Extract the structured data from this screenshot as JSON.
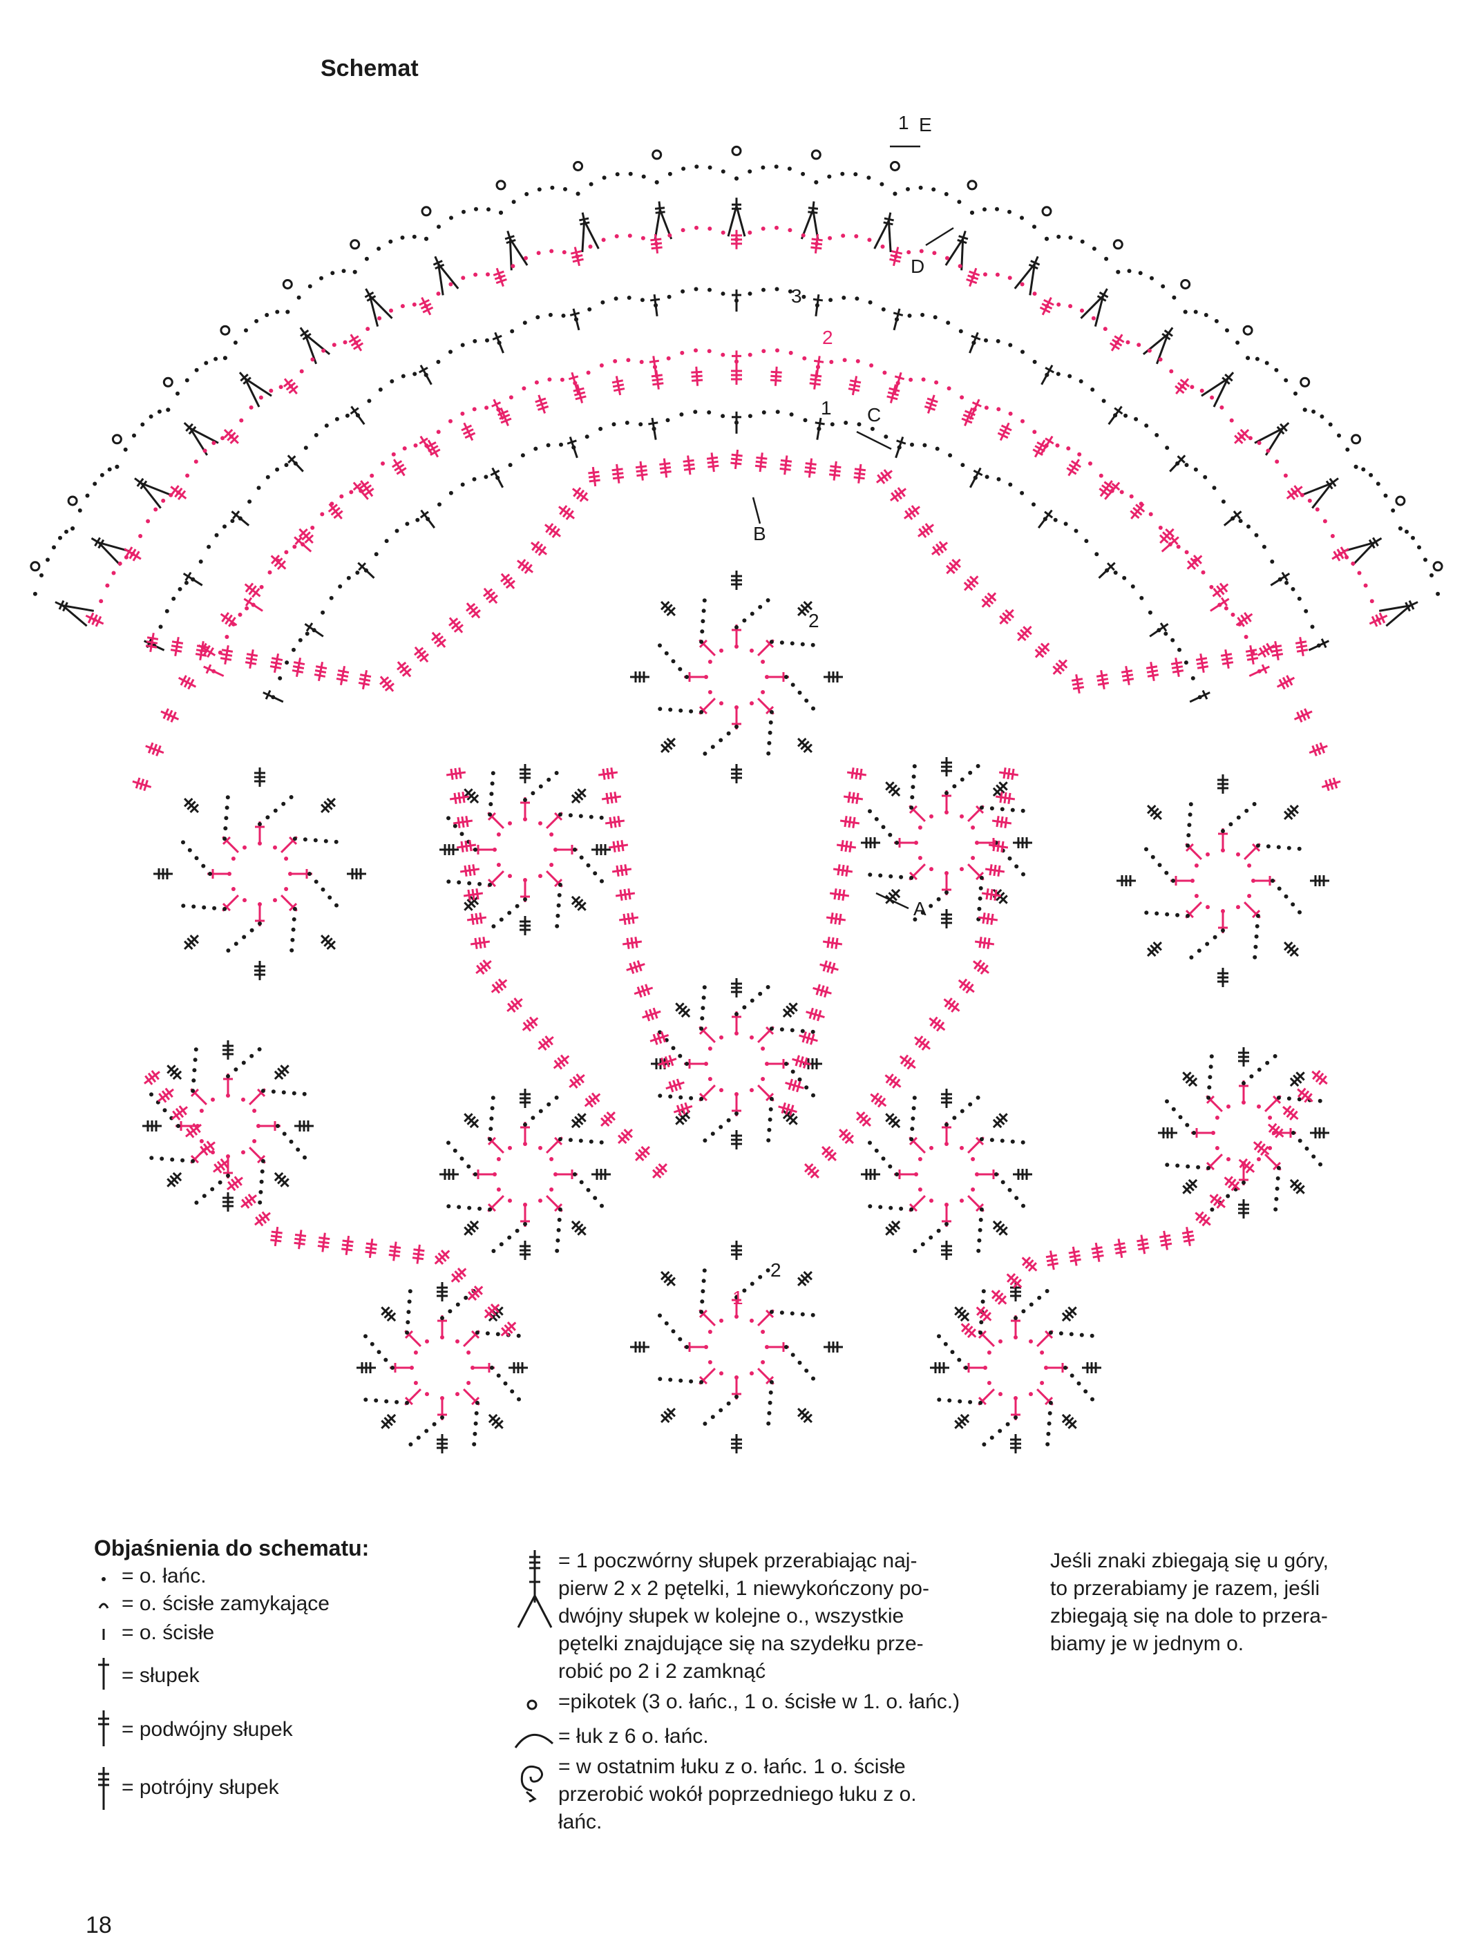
{
  "title": "Schemat",
  "diagram_labels": {
    "round_1": "1",
    "round_2": "2",
    "round_3": "3",
    "E": "E",
    "D": "D",
    "C": "C",
    "B": "B",
    "A": "A",
    "center_top_2": "2",
    "center_bottom_1": "1",
    "center_bottom_2": "2",
    "top_E_1": "1"
  },
  "legend_title": "Objaśnienia do schematu:",
  "legend_left": [
    {
      "icon": "dot-chain-icon",
      "text": "= o. łańc."
    },
    {
      "icon": "closing-slip-icon",
      "text": "= o. ścisłe zamykające"
    },
    {
      "icon": "slip-stitch-icon",
      "text": "= o. ścisłe"
    },
    {
      "icon": "double-crochet-icon",
      "text": "= słupek"
    },
    {
      "icon": "treble-icon",
      "text": "= podwójny słupek"
    },
    {
      "icon": "triple-treble-icon",
      "text": "= potrójny słupek"
    }
  ],
  "legend_mid": [
    {
      "icon": "quad-treble-cluster-icon",
      "lines": [
        "= 1 poczwórny słupek przerabiając naj-",
        "pierw 2 x 2 pętelki, 1 niewykończony po-",
        "dwójny słupek w kolejne o., wszystkie",
        "pętelki znajdujące się na szydełku prze-",
        "robić po 2 i 2 zamknąć"
      ]
    },
    {
      "icon": "picot-icon",
      "lines": [
        "=pikotek (3 o. łańc., 1 o. ścisłe w 1. o. łańc.)"
      ]
    },
    {
      "icon": "arc-icon",
      "lines": [
        "= łuk z 6 o. łańc."
      ]
    },
    {
      "icon": "spiral-icon",
      "lines": [
        "= w ostatnim łuku z o. łańc. 1 o. ścisłe",
        "przerobić wokół poprzedniego łuku z o.",
        "łańc."
      ]
    }
  ],
  "legend_right": [
    "Jeśli znaki zbiegają się u góry,",
    "to przerabiamy je razem, jeśli",
    "zbiegają się na dole to przera-",
    "biamy je w jednym o."
  ],
  "page_number": "18",
  "colors": {
    "pink": "#e8236b",
    "black": "#1a1a1a"
  }
}
